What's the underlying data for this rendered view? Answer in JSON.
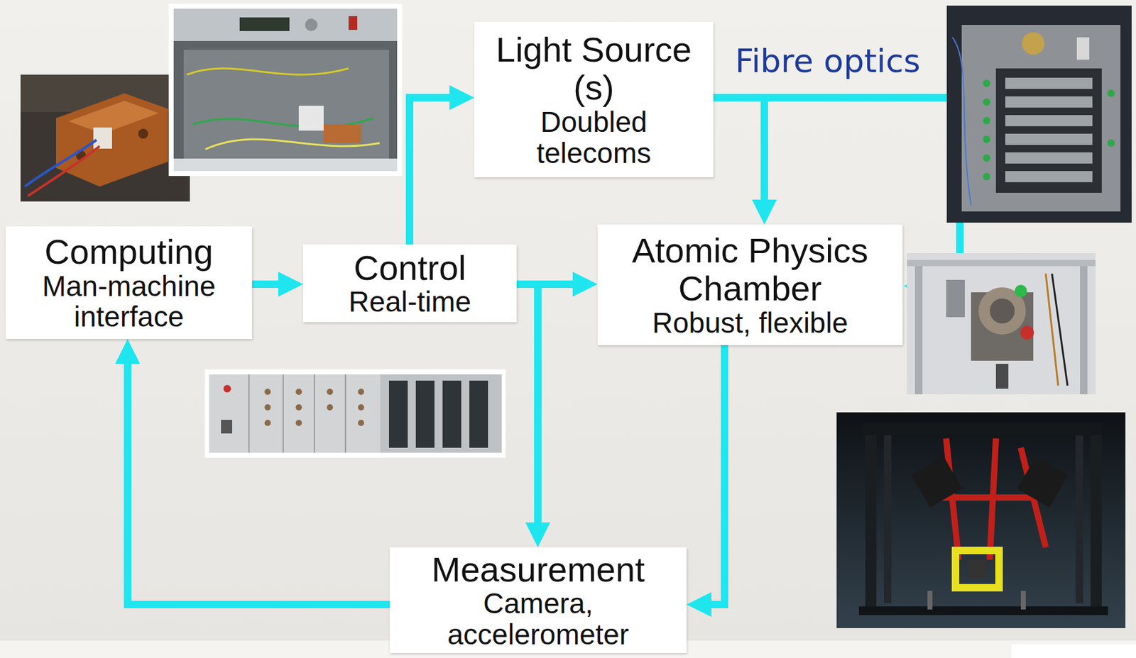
{
  "diagram": {
    "nodes": [
      {
        "text": [
          "Light Source (s)",
          "Doubled telecoms"
        ]
      },
      {
        "text": [
          "Computing",
          "Man-machine interface"
        ]
      },
      {
        "text": [
          "Control",
          "Real-time"
        ]
      },
      {
        "text": [
          "Atomic Physics Chamber",
          "Robust, flexible"
        ]
      },
      {
        "text": [
          "Measurement",
          "Camera, accelerometer"
        ]
      }
    ],
    "edges": [
      {
        "from": 1,
        "to": 2,
        "arrow": "to"
      },
      {
        "from": 2,
        "to": 0,
        "arrow": "to"
      },
      {
        "from": 2,
        "to": 3,
        "arrow": "to"
      },
      {
        "from": 2,
        "to": 4,
        "arrow": "to"
      },
      {
        "from": 0,
        "to": 3,
        "arrow": "to",
        "label": "Fibre optics"
      },
      {
        "from": 3,
        "to": 4,
        "arrow": "to"
      },
      {
        "from": 4,
        "to": 1,
        "arrow": "to"
      }
    ]
  }
}
